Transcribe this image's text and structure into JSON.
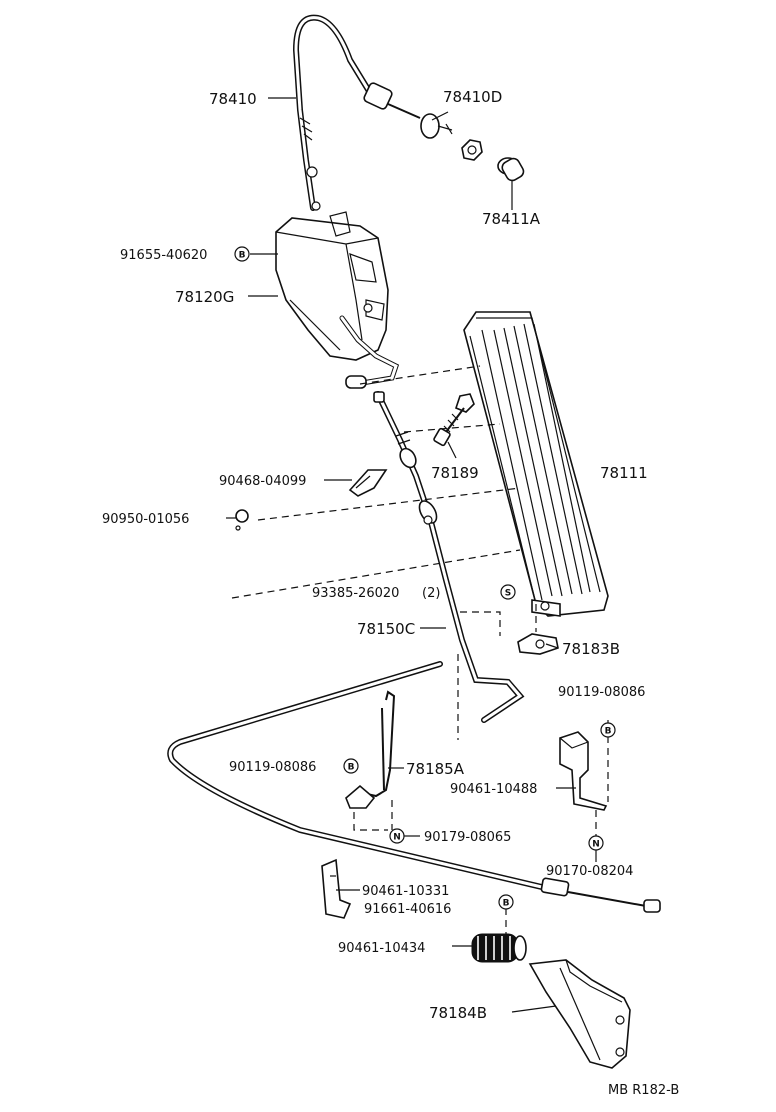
{
  "diagram": {
    "footer_code": "MB R182-B",
    "callout_letters": {
      "B": "B",
      "S": "S",
      "N": "N"
    },
    "labels": {
      "p78410": "78410",
      "p78410D": "78410D",
      "p78411A": "78411A",
      "p91655_40620": "91655-40620",
      "p78120G": "78120G",
      "p78189": "78189",
      "p78111": "78111",
      "p90468_04099": "90468-04099",
      "p90950_01056": "90950-01056",
      "p93385_26020": "93385-26020",
      "p93385_qty": "(2)",
      "p78150C": "78150C",
      "p78183B": "78183B",
      "p90119_08086_r": "90119-08086",
      "p90119_08086_l": "90119-08086",
      "p78185A": "78185A",
      "p90461_10488": "90461-10488",
      "p90179_08065": "90179-08065",
      "p90170_08204": "90170-08204",
      "p90461_10331": "90461-10331",
      "p91661_40616": "91661-40616",
      "p90461_10434": "90461-10434",
      "p78184B": "78184B"
    }
  }
}
